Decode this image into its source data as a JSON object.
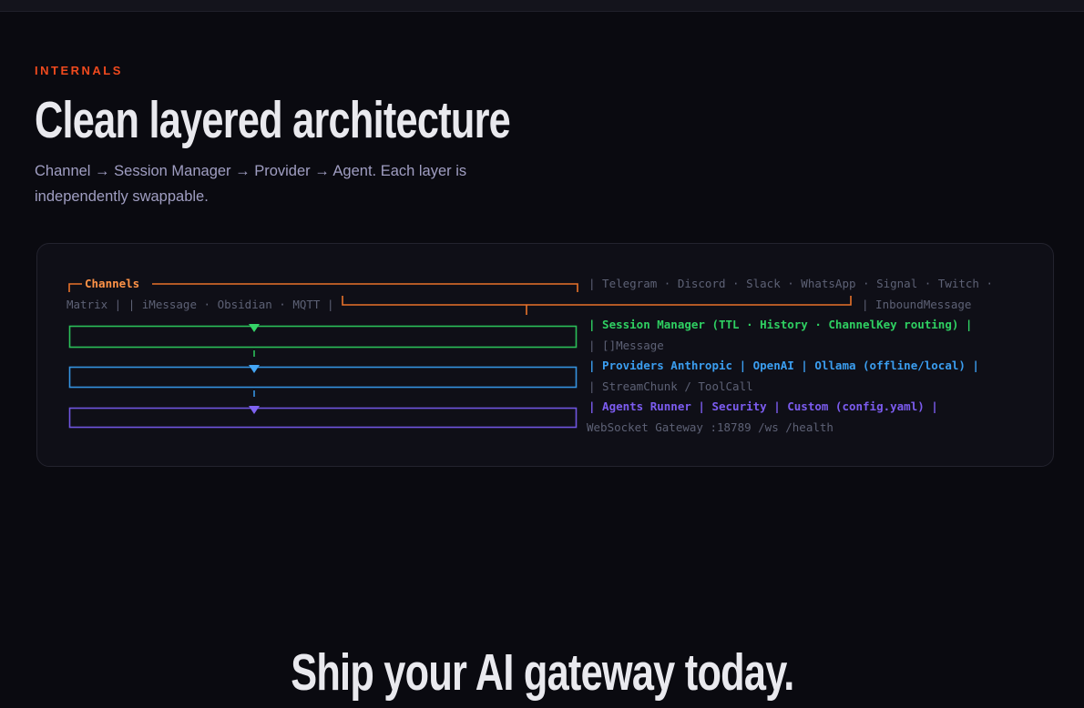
{
  "eyebrow": "INTERNALS",
  "title": "Clean layered architecture",
  "subtitle": "Channel → Session Manager → Provider → Agent. Each layer is independently swappable.",
  "cta_title": "Ship your AI gateway today.",
  "diagram": {
    "channels_label": "Channels",
    "row1_channel_list": "| Telegram · Discord · Slack · WhatsApp · Signal · Twitch ·",
    "row2_channel_list_wrap": "Matrix | | iMessage · Obsidian · MQTT |",
    "row2_inbound_message": "| InboundMessage",
    "row3_session_manager": "| Session Manager (TTL · History · ChannelKey routing) |",
    "row4_message_type": "| []Message",
    "row5_providers": "| Providers Anthropic | OpenAI | Ollama (offline/local) |",
    "row6_stream_types": "| StreamChunk / ToolCall",
    "row7_agents": "| Agents Runner | Security | Custom (config.yaml) |",
    "row8_gateway": "WebSocket Gateway :18789 /ws /health"
  },
  "colors": {
    "eyebrow_orange": "#f04a1e",
    "diagram_orange": "#e8722a",
    "layer_green": "#2fd062",
    "layer_blue": "#3b9ef0",
    "layer_purple": "#7c5cf0",
    "muted_gray": "#5d6175",
    "heading_white": "#e9e9ee",
    "card_background": "#0f0f17",
    "page_background": "#0a0a10"
  }
}
